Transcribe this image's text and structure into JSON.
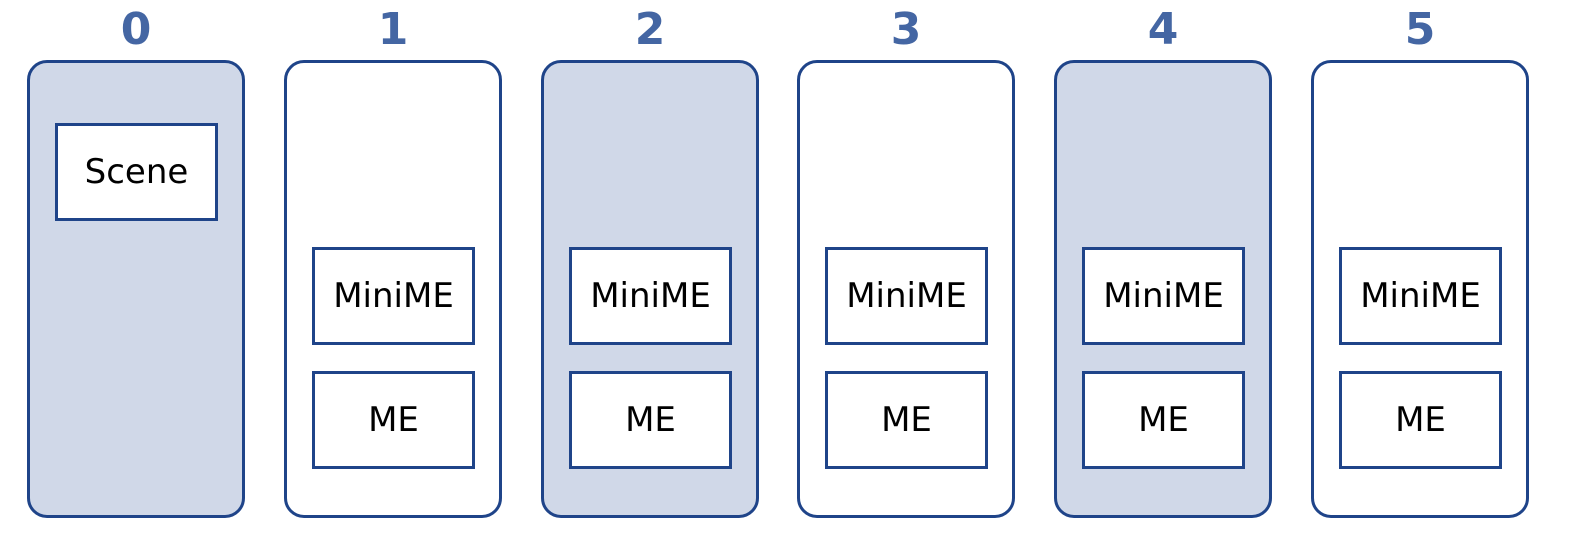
{
  "colors": {
    "border": "#1f4489",
    "index_text": "#4466a3",
    "shaded_fill": "#d0d8e8",
    "plain_fill": "#ffffff"
  },
  "columns": [
    {
      "index": "0",
      "shaded": true,
      "boxes": [
        {
          "kind": "scene",
          "label": "Scene"
        }
      ]
    },
    {
      "index": "1",
      "shaded": false,
      "boxes": [
        {
          "kind": "minime",
          "label": "MiniME"
        },
        {
          "kind": "me",
          "label": "ME"
        }
      ]
    },
    {
      "index": "2",
      "shaded": true,
      "boxes": [
        {
          "kind": "minime",
          "label": "MiniME"
        },
        {
          "kind": "me",
          "label": "ME"
        }
      ]
    },
    {
      "index": "3",
      "shaded": false,
      "boxes": [
        {
          "kind": "minime",
          "label": "MiniME"
        },
        {
          "kind": "me",
          "label": "ME"
        }
      ]
    },
    {
      "index": "4",
      "shaded": true,
      "boxes": [
        {
          "kind": "minime",
          "label": "MiniME"
        },
        {
          "kind": "me",
          "label": "ME"
        }
      ]
    },
    {
      "index": "5",
      "shaded": false,
      "boxes": [
        {
          "kind": "minime",
          "label": "MiniME"
        },
        {
          "kind": "me",
          "label": "ME"
        }
      ]
    }
  ]
}
